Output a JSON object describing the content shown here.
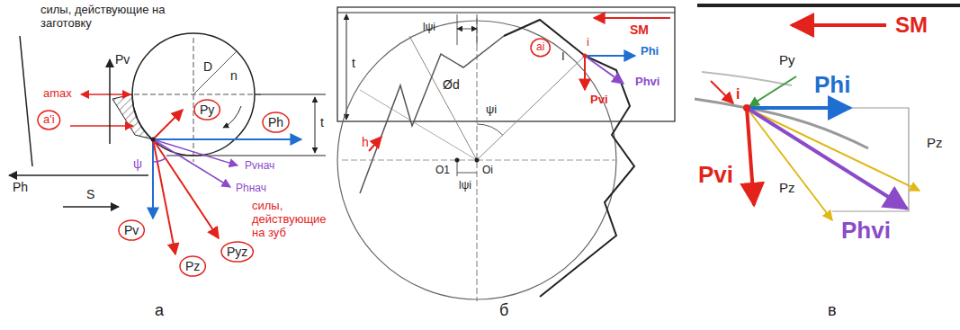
{
  "diagram": {
    "labels": [
      "силы, действующие на заготовку",
      "Pv",
      "D",
      "n",
      "amax",
      "a'i",
      "Py",
      "t",
      "Ph",
      "Ph",
      "S",
      "ψ",
      "Pvнач",
      "Phнач",
      "Pv",
      "Pyz",
      "Pz",
      "силы, действующие на зуб",
      "а",
      "lψi",
      "SM",
      "t",
      "Ød",
      "ai",
      "i",
      "Phi",
      "I",
      "ψi",
      "Pvi",
      "Phvi",
      "h",
      "O1",
      "Oi",
      "lψi",
      "б",
      "SM",
      "Py",
      "Phi",
      "i",
      "Pz",
      "Pvi",
      "Pz",
      "Phvi",
      "в"
    ]
  }
}
